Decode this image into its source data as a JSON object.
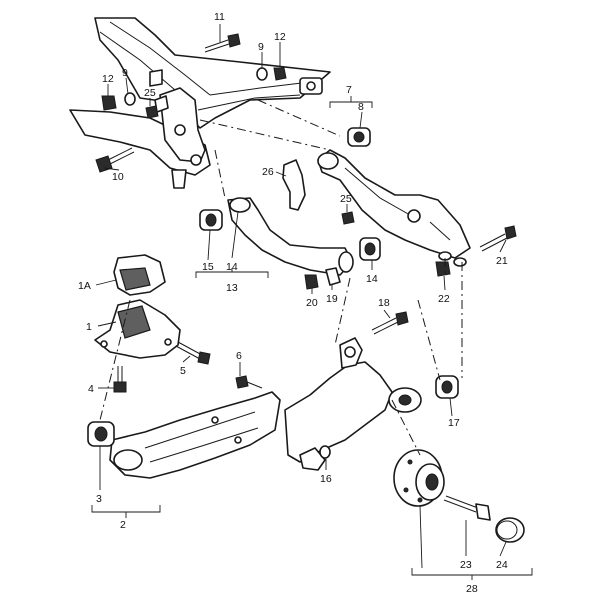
{
  "labels": {
    "l11": "11",
    "l9a": "9",
    "l12a": "12",
    "l12b": "12",
    "l9b": "9",
    "l25a": "25",
    "l10": "10",
    "l7": "7",
    "l8": "8",
    "l26": "26",
    "l25b": "25",
    "l15": "15",
    "l14a": "14",
    "l13": "13",
    "l20": "20",
    "l19": "19",
    "l14b": "14",
    "l21": "21",
    "l22": "22",
    "l1A": "1A",
    "l1": "1",
    "l5": "5",
    "l18": "18",
    "l4": "4",
    "l6": "6",
    "l17": "17",
    "l3": "3",
    "l2": "2",
    "l16": "16",
    "l23": "23",
    "l24": "24",
    "l28": "28"
  },
  "colors": {
    "line": "#1a1a1a",
    "fill": "#ffffff",
    "shade": "#5f5f5f"
  }
}
